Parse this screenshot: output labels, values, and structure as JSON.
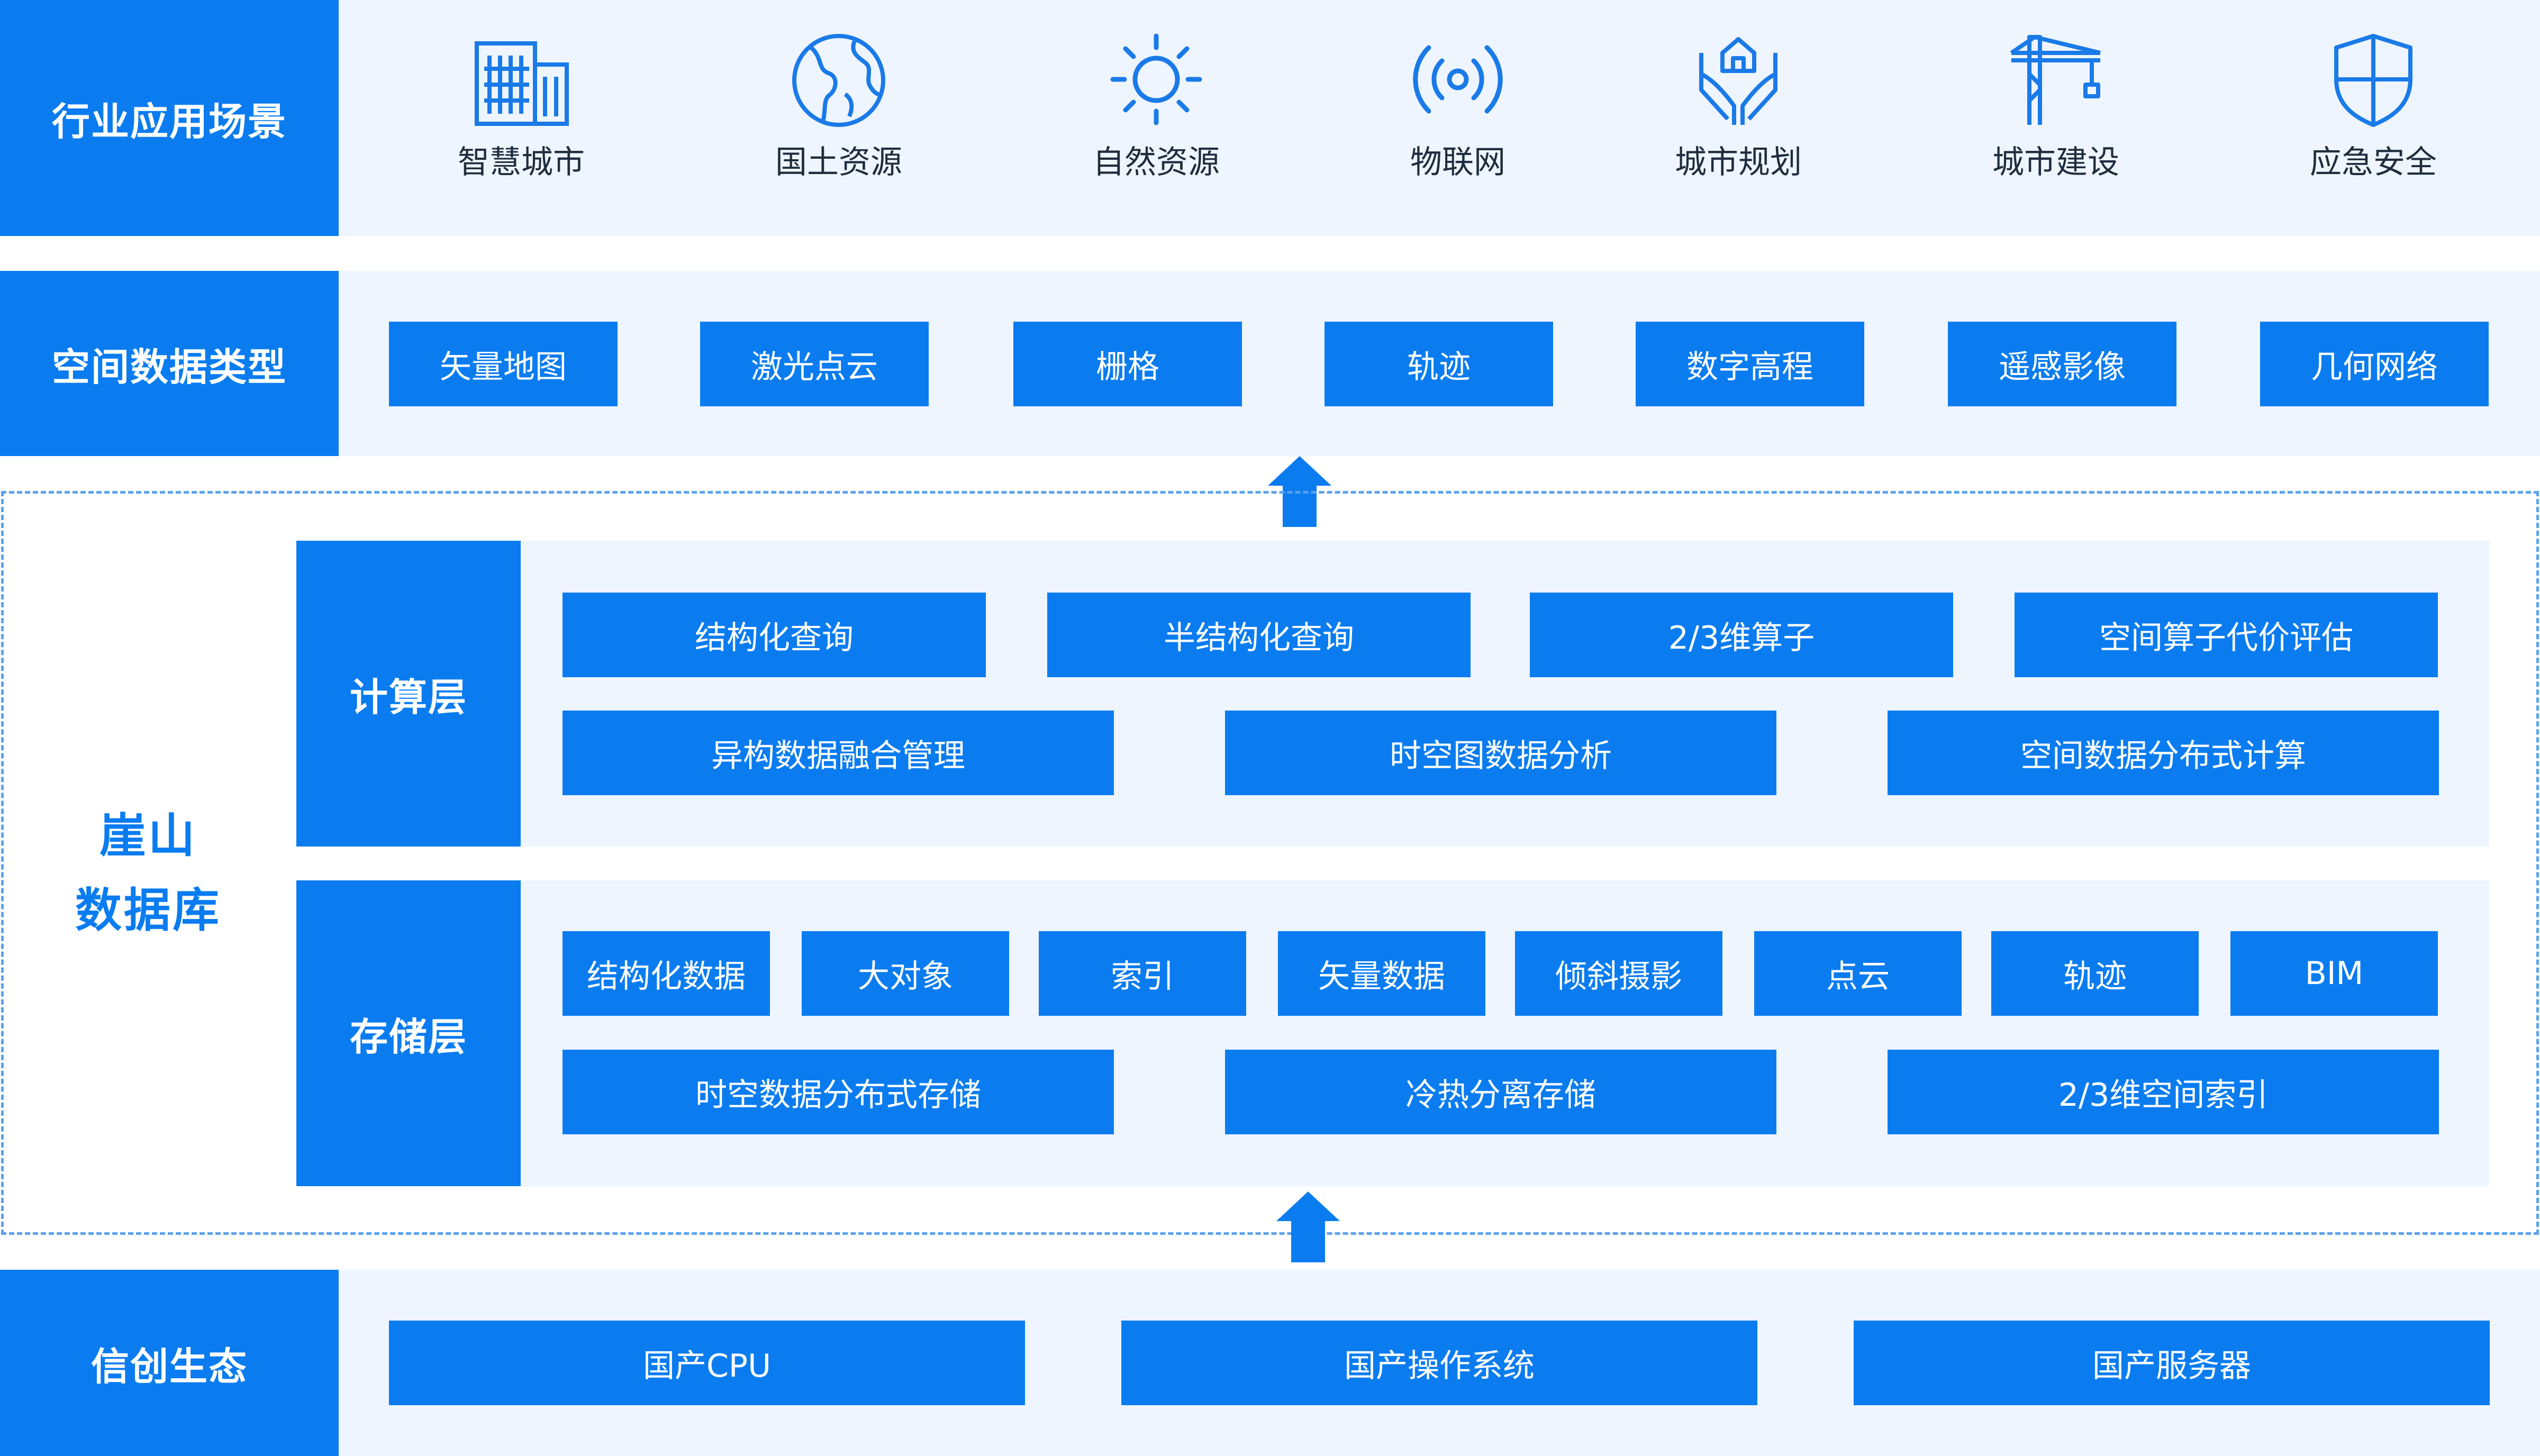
{
  "industry": {
    "label": "行业应用场景",
    "items": [
      {
        "label": "智慧城市",
        "icon": "building-icon"
      },
      {
        "label": "国土资源",
        "icon": "globe-icon"
      },
      {
        "label": "自然资源",
        "icon": "sun-icon"
      },
      {
        "label": "物联网",
        "icon": "wireless-signal-icon"
      },
      {
        "label": "城市规划",
        "icon": "hands-house-icon"
      },
      {
        "label": "城市建设",
        "icon": "crane-icon"
      },
      {
        "label": "应急安全",
        "icon": "shield-icon"
      }
    ]
  },
  "datatypes": {
    "label": "空间数据类型",
    "items": [
      "矢量地图",
      "激光点云",
      "栅格",
      "轨迹",
      "数字高程",
      "遥感影像",
      "几何网络"
    ]
  },
  "database": {
    "title_line1": "崖山",
    "title_line2": "数据库",
    "compute": {
      "label": "计算层",
      "row1": [
        "结构化查询",
        "半结构化查询",
        "2/3维算子",
        "空间算子代价评估"
      ],
      "row2": [
        "异构数据融合管理",
        "时空图数据分析",
        "空间数据分布式计算"
      ]
    },
    "storage": {
      "label": "存储层",
      "row1": [
        "结构化数据",
        "大对象",
        "索引",
        "矢量数据",
        "倾斜摄影",
        "点云",
        "轨迹",
        "BIM"
      ],
      "row2": [
        "时空数据分布式存储",
        "冷热分离存储",
        "2/3维空间索引"
      ]
    }
  },
  "ecosystem": {
    "label": "信创生态",
    "items": [
      "国产CPU",
      "国产操作系统",
      "国产服务器"
    ]
  },
  "colors": {
    "accent": "#0a7cf0",
    "band": "#eef5fe",
    "dashed_border": "#5aa2ec",
    "icon_stroke": "#1a7ae8"
  }
}
